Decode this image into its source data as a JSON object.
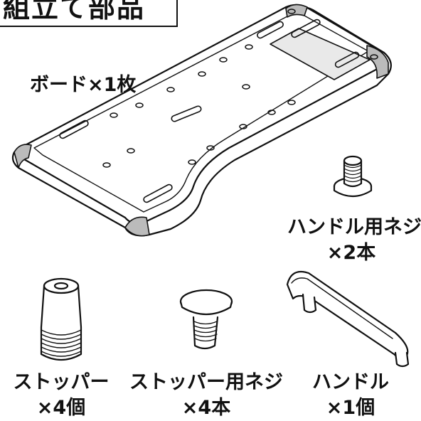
{
  "title": "組立て部品",
  "parts": {
    "board": {
      "name": "ボード×1枚"
    },
    "handle_screw": {
      "name": "ハンドル用ネジ",
      "qty": "×2本"
    },
    "stopper": {
      "name": "ストッパー",
      "qty": "×4個"
    },
    "stopper_screw": {
      "name": "ストッパー用ネジ",
      "qty": "×4本"
    },
    "handle": {
      "name": "ハンドル",
      "qty": "×1個"
    }
  }
}
